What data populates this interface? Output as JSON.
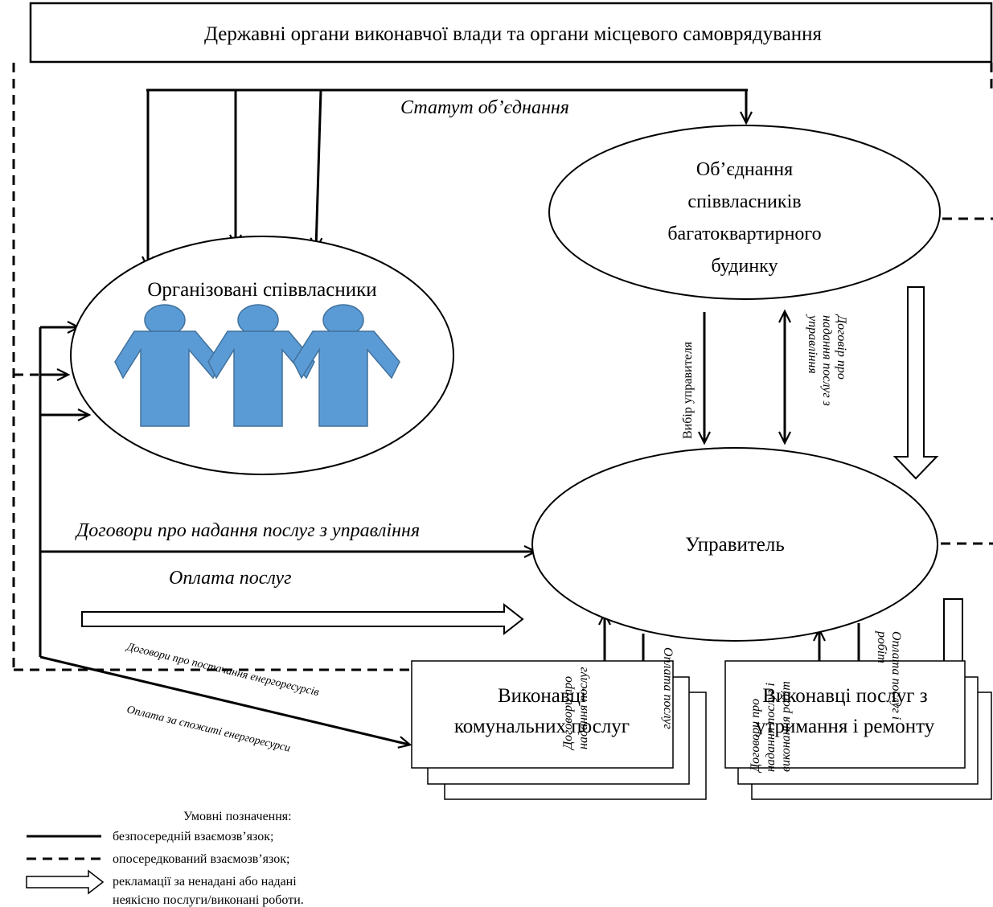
{
  "header": {
    "title": "Державні органи виконавчої влади та органи місцевого самоврядування"
  },
  "nodes": {
    "association": {
      "lines": [
        "Об’єднання",
        "співвласників",
        "багатоквартирного",
        "будинку"
      ]
    },
    "co_owners": {
      "label": "Організовані співвласники",
      "icon": "people-figures-icon",
      "icon_color": "#5b9bd5"
    },
    "manager": {
      "label": "Управитель"
    },
    "utility_providers": {
      "lines": [
        "Виконавці",
        "комунальних послуг"
      ]
    },
    "maintenance_providers": {
      "lines": [
        "Виконавці послуг з",
        "утримання і ремонту"
      ]
    }
  },
  "edges": {
    "charter": "Статут об’єднання",
    "choose_manager": "Вибір управителя",
    "mgmt_contract_lines": [
      "Договір про",
      "надання послуг з",
      "управління"
    ],
    "mgmt_contracts": "Договори про надання послуг з управління",
    "payment": "Оплата послуг",
    "energy_contracts": "Договори про постачання енергоресурсів",
    "energy_payment": "Оплата за спожиті енергоресурси",
    "utility_contract_lines": [
      "Договори про",
      "надання послуг"
    ],
    "utility_payment": "Оплата послуг",
    "works_contract_lines": [
      "Договори про",
      "надання послуг і",
      "виконання робіт"
    ],
    "works_payment_lines": [
      "Оплата послуг і",
      "робіт"
    ]
  },
  "legend": {
    "title": "Умовні позначення:",
    "solid": "безпосередній взаємозв’язок;",
    "dashed": "опосередкований взаємозв’язок;",
    "arrow_lines": [
      "рекламації за ненадані або надані",
      "неякісно послуги/виконані роботи."
    ]
  }
}
